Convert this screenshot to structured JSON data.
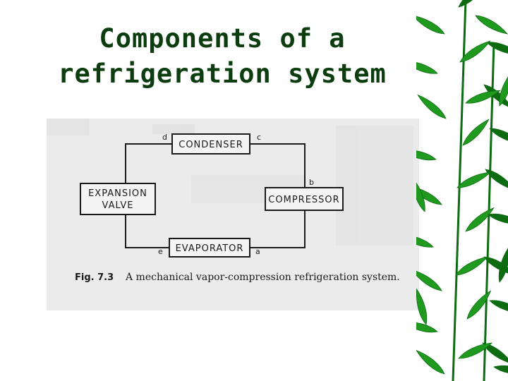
{
  "slide": {
    "title_line1": "Components of a",
    "title_line2": "refrigeration system"
  },
  "diagram": {
    "components": {
      "condenser": "CONDENSER",
      "compressor": "COMPRESSOR",
      "evaporator": "EVAPORATOR",
      "expansion_valve_line1": "EXPANSION",
      "expansion_valve_line2": "VALVE"
    },
    "points": {
      "a": "a",
      "b": "b",
      "c": "c",
      "d": "d",
      "e": "e"
    },
    "caption_number": "Fig. 7.3",
    "caption_text": "A mechanical vapor-compression refrigeration system."
  },
  "colors": {
    "title": "#0c3d0f",
    "scan_background": "#ebebeb",
    "bamboo_leaf": "#1f9a1f",
    "bamboo_leaf_dark": "#0d6b12"
  },
  "decoration": {
    "right_border": "bamboo-leaves"
  }
}
